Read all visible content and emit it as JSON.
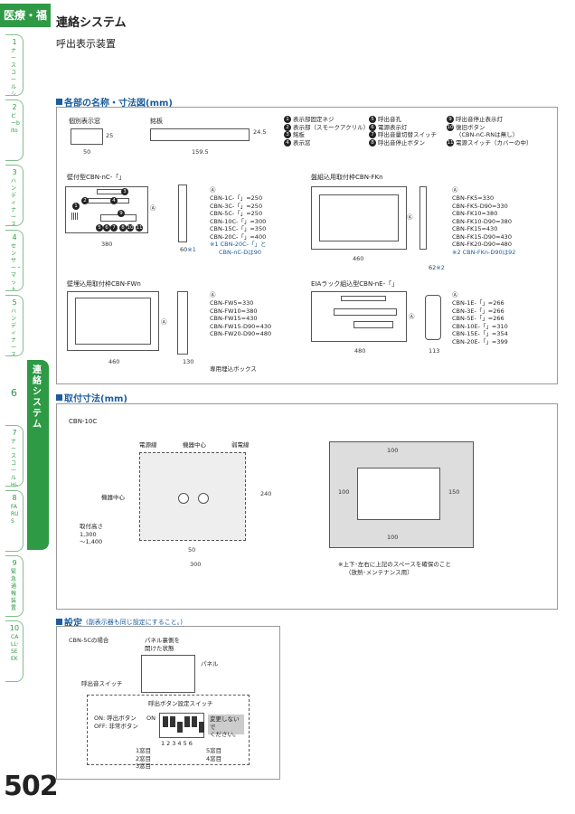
{
  "category": "医療・福祉",
  "title": "連絡システム",
  "subtitle": "呼出表示装置",
  "page_number": "502",
  "tabs": [
    {
      "num": "1",
      "text": "ナースコールシステム（病院・施設）"
    },
    {
      "num": "2",
      "text": "ビーbito"
    },
    {
      "num": "3",
      "text": "ハンディナースコール 在宅介護システム"
    },
    {
      "num": "4",
      "text": "センサー・マットスイッチ"
    },
    {
      "num": "5",
      "text": "ハンディナースシステム"
    },
    {
      "num": "6",
      "text": "連絡システム"
    },
    {
      "num": "7",
      "text": "ナースコール Hi-Smile"
    },
    {
      "num": "8",
      "text": "FARUS"
    },
    {
      "num": "9",
      "text": "緊急通報装置"
    },
    {
      "num": "10",
      "text": "CALL·SEEK"
    }
  ],
  "sections": {
    "parts": "各部の名称・寸法図(mm)",
    "mount": "取付寸法(mm)",
    "setting": "設定",
    "setting_note": "(副表示器も同じ設定にすること。)"
  },
  "parts": {
    "kobetsu": "個別表示窓",
    "meiban": "銘板",
    "dim_50": "50",
    "dim_25": "25",
    "dim_1595": "159.5",
    "dim_245": "24.5",
    "legend": [
      {
        "n": "1",
        "t": "表示部固定ネジ"
      },
      {
        "n": "2",
        "t": "表示部（スモークアクリル）"
      },
      {
        "n": "3",
        "t": "銘板"
      },
      {
        "n": "4",
        "t": "表示窓"
      },
      {
        "n": "5",
        "t": "呼出音孔"
      },
      {
        "n": "6",
        "t": "電源表示灯"
      },
      {
        "n": "7",
        "t": "呼出音量切替スイッチ"
      },
      {
        "n": "8",
        "t": "呼出音停止ボタン"
      },
      {
        "n": "9",
        "t": "呼出音停止表示灯"
      },
      {
        "n": "10",
        "t": "復旧ボタン"
      },
      {
        "n": "",
        "t": "（CBN-nC-RNは無し）"
      },
      {
        "n": "11",
        "t": "電源スイッチ（カバーの中）"
      }
    ]
  },
  "wall": {
    "title": "壁付型CBN-nC-「」",
    "dim_w": "380",
    "dim_d": "60",
    "dim_note": "※1",
    "a_mark": "Ⓐ",
    "specs": [
      "CBN-1C-「」=250",
      "CBN-3C-「」=250",
      "CBN-5C-「」=250",
      "CBN-10C-「」=300",
      "CBN-15C-「」=350",
      "CBN-20C-「」=400"
    ],
    "note1": "※1 CBN-20C-「」と",
    "note2": "CBN-nC-Dは90"
  },
  "flush": {
    "title": "盤組込用取付枠CBN-FKn",
    "dim_w": "460",
    "dim_d": "62",
    "dim_note": "※2",
    "specs": [
      "CBN-FK5=330",
      "CBN-FK5-D90=330",
      "CBN-FK10=380",
      "CBN-FK10-D90=380",
      "CBN-FK15=430",
      "CBN-FK15-D90=430",
      "CBN-FK20-D90=480"
    ],
    "note": "※2 CBN-FKn-D90は92"
  },
  "embed": {
    "title": "壁埋込用取付枠CBN-FWn",
    "dim_w": "460",
    "dim_d": "130",
    "box_label": "専用埋込ボックス",
    "specs": [
      "CBN-FW5=330",
      "CBN-FW10=380",
      "CBN-FW15=430",
      "CBN-FW15-D90=430",
      "CBN-FW20-D90=480"
    ]
  },
  "eia": {
    "title": "EIAラック組込型CBN-nE-「」",
    "dim_w": "480",
    "dim_d": "113",
    "specs": [
      "CBN-1E-「」=266",
      "CBN-3E-「」=266",
      "CBN-5E-「」=266",
      "CBN-10E-「」=310",
      "CBN-15E-「」=354",
      "CBN-20E-「」=399"
    ]
  },
  "mount": {
    "model": "CBN-10C",
    "power": "電源線",
    "center": "機器中心",
    "weak": "弱電線",
    "center2": "機器中心",
    "height1": "取付高さ",
    "height2": "1,300",
    "height3": "～1,400",
    "dim_240": "240",
    "dim_50": "50",
    "dim_300": "300",
    "dim_100a": "100",
    "dim_100b": "100",
    "dim_100c": "100",
    "dim_150": "150",
    "note1": "※上下･左右に上記のスペースを確保のこと",
    "note2": "（放熱･メンテナンス用）"
  },
  "setting": {
    "case": "CBN-5Cの場合",
    "open1": "パネル裏側を",
    "open2": "開けた状態",
    "panel": "パネル",
    "bell": "呼出音スイッチ",
    "sw_title": "呼出ボタン設定スイッチ",
    "on": "ON:  呼出ボタン",
    "off": "OFF: 非常ボタン",
    "on_mark": "ON",
    "nums": [
      "1",
      "2",
      "3",
      "4",
      "5",
      "6"
    ],
    "warn1": "変更しないで",
    "warn2": "ください。",
    "w1": "1窓目",
    "w2": "2窓目",
    "w3": "3窓目",
    "w4": "4窓目",
    "w5": "5窓目"
  }
}
